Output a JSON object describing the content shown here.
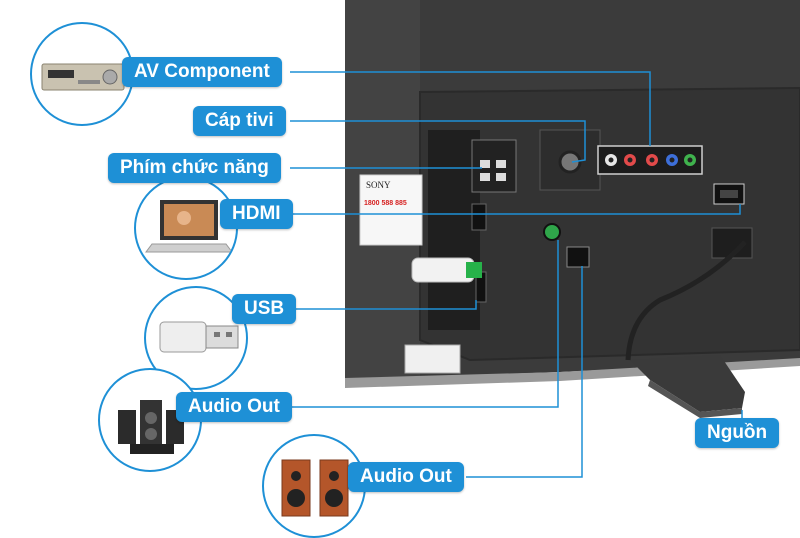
{
  "labels": {
    "av_component": "AV Component",
    "cap_tivi": "Cáp tivi",
    "phim_chuc_nang": "Phím chức năng",
    "hdmi": "HDMI",
    "usb": "USB",
    "audio_out_1": "Audio Out",
    "audio_out_2": "Audio Out",
    "nguon": "Nguồn"
  },
  "sticker": {
    "brand": "SONY",
    "hotline": "1800 588 885"
  },
  "colors": {
    "label_bg": "#1e90d6",
    "label_text": "#ffffff",
    "tv_body": "#3a3a3a"
  }
}
